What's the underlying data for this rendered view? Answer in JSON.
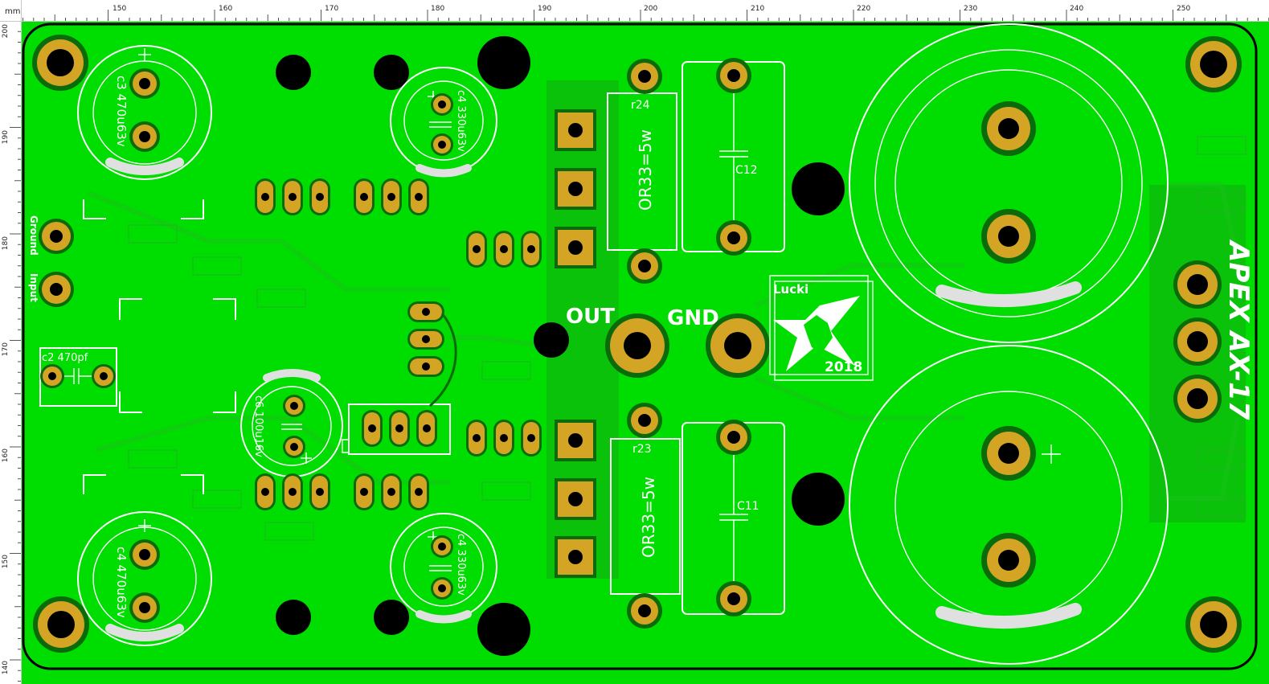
{
  "ruler": {
    "unit": "mm",
    "top_ticks": [
      "150",
      "160",
      "170",
      "180",
      "190",
      "200",
      "210",
      "220",
      "230",
      "240",
      "250"
    ],
    "left_ticks": [
      "200",
      "190",
      "180",
      "170",
      "160",
      "150",
      "140"
    ]
  },
  "board": {
    "title": "APEX AX-17",
    "labels": {
      "out": "OUT",
      "gnd": "GND",
      "ground": "Ground",
      "input": "Input",
      "logo_top": "Lucki",
      "logo_year": "2018"
    },
    "components": {
      "c3": "c3 470u63v",
      "c4_bottom": "c4 470u63v",
      "c4_top_small": "c4 330u63v",
      "c4_bottom_small": "c4 330u63v",
      "c6": "c6 100u16v",
      "c2": "c2 470pf",
      "r24": "r24",
      "r23": "r23",
      "r24_value": "OR33=5w",
      "r23_value": "OR33=5w",
      "c12": "C12",
      "c11": "C11"
    }
  },
  "colors": {
    "copper": "#00dd00",
    "pad": "#d4a424",
    "hole": "#000000",
    "silkscreen": "#ffffff",
    "outline": "#000000"
  }
}
